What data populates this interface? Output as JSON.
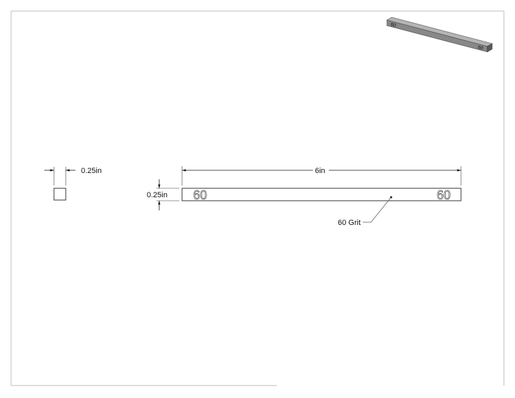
{
  "drawing": {
    "side_view": {
      "width_label": "0.25in"
    },
    "front_view": {
      "length_label": "6in",
      "height_label": "0.25in",
      "left_marking": "60",
      "right_marking": "60",
      "callout_label": "60 Grit"
    },
    "iso_view": {
      "left_marking": "60",
      "right_marking": "60"
    }
  }
}
